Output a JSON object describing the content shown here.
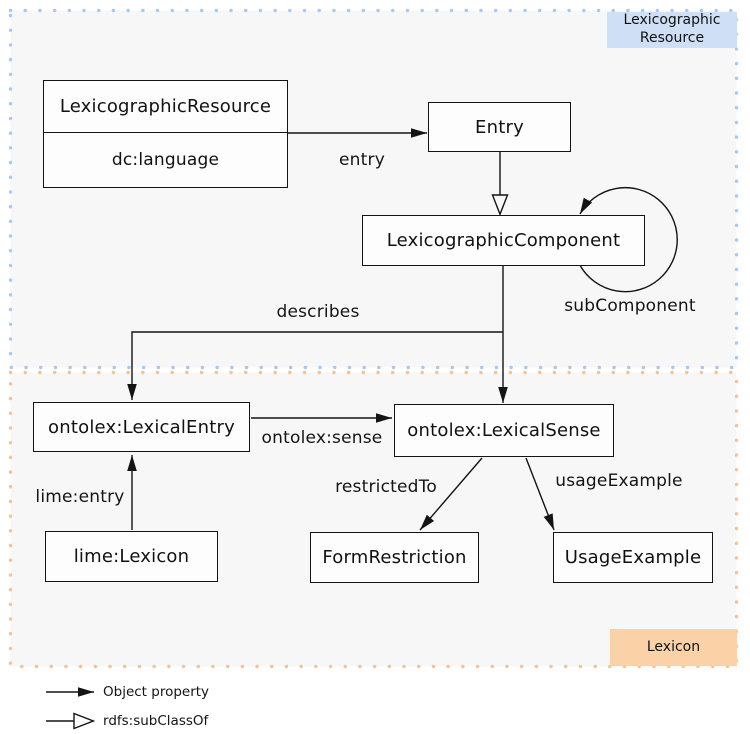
{
  "diagram": {
    "regions": [
      {
        "id": "lexicographic-resource",
        "badge_line1": "Lexicographic",
        "badge_line2": "Resource",
        "badge_color": "#cfe0f6",
        "border_dot_color": "#aac9f0",
        "fill": "#f7f7f7"
      },
      {
        "id": "lexicon",
        "badge_label": "Lexicon",
        "badge_color": "#fbd2a8",
        "border_dot_color": "#f6c298",
        "fill": "#f7f7f7"
      }
    ],
    "nodes": [
      {
        "id": "lexicographic-resource",
        "label": "LexicographicResource",
        "attribute": "dc:language"
      },
      {
        "id": "entry",
        "label": "Entry"
      },
      {
        "id": "lexicographic-component",
        "label": "LexicographicComponent"
      },
      {
        "id": "ontolex-lexical-entry",
        "label": "ontolex:LexicalEntry"
      },
      {
        "id": "ontolex-lexical-sense",
        "label": "ontolex:LexicalSense"
      },
      {
        "id": "lime-lexicon",
        "label": "lime:Lexicon"
      },
      {
        "id": "form-restriction",
        "label": "FormRestriction"
      },
      {
        "id": "usage-example",
        "label": "UsageExample"
      }
    ],
    "edges": [
      {
        "label": "entry",
        "type": "object-property",
        "from": "LexicographicResource",
        "to": "Entry"
      },
      {
        "label": "",
        "type": "rdfs:subClassOf",
        "from": "Entry",
        "to": "LexicographicComponent"
      },
      {
        "label": "subComponent",
        "type": "object-property",
        "from": "LexicographicComponent",
        "to": "LexicographicComponent"
      },
      {
        "label": "describes",
        "type": "object-property",
        "from": "LexicographicComponent",
        "to": "ontolex:LexicalEntry"
      },
      {
        "label": "",
        "type": "object-property",
        "from": "LexicographicComponent",
        "to": "ontolex:LexicalSense"
      },
      {
        "label": "ontolex:sense",
        "type": "object-property",
        "from": "ontolex:LexicalEntry",
        "to": "ontolex:LexicalSense"
      },
      {
        "label": "lime:entry",
        "type": "object-property",
        "from": "lime:Lexicon",
        "to": "ontolex:LexicalEntry"
      },
      {
        "label": "restrictedTo",
        "type": "object-property",
        "from": "ontolex:LexicalSense",
        "to": "FormRestriction"
      },
      {
        "label": "usageExample",
        "type": "object-property",
        "from": "ontolex:LexicalSense",
        "to": "UsageExample"
      }
    ],
    "legend": {
      "items": [
        {
          "symbol": "solid-arrow",
          "label": "Object property"
        },
        {
          "symbol": "open-triangle-arrow",
          "label": "rdfs:subClassOf"
        }
      ]
    }
  }
}
